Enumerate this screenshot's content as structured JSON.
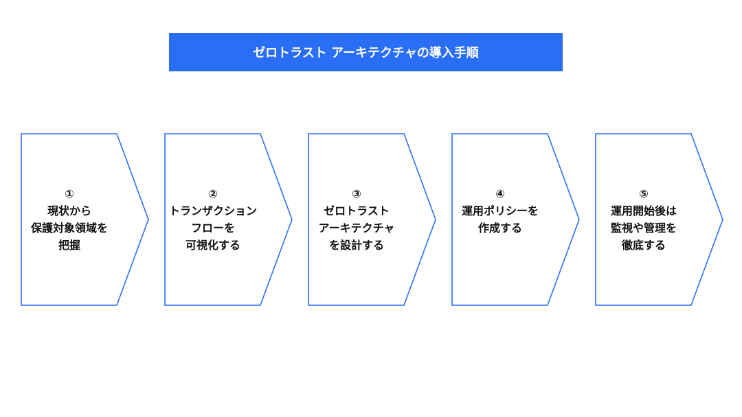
{
  "title": "ゼロトラスト アーキテクチャの導入手順",
  "accent_color": "#2a6ef5",
  "steps": [
    {
      "number": "①",
      "lines": [
        "現状から",
        "保護対象領域を",
        "把握"
      ]
    },
    {
      "number": "②",
      "lines": [
        "トランザクション",
        "フローを",
        "可視化する"
      ]
    },
    {
      "number": "③",
      "lines": [
        "ゼロトラスト",
        "アーキテクチャ",
        "を設計する"
      ]
    },
    {
      "number": "④",
      "lines": [
        "運用ポリシーを",
        "作成する"
      ]
    },
    {
      "number": "⑤",
      "lines": [
        "運用開始後は",
        "監視や管理を",
        "徹底する"
      ]
    }
  ]
}
